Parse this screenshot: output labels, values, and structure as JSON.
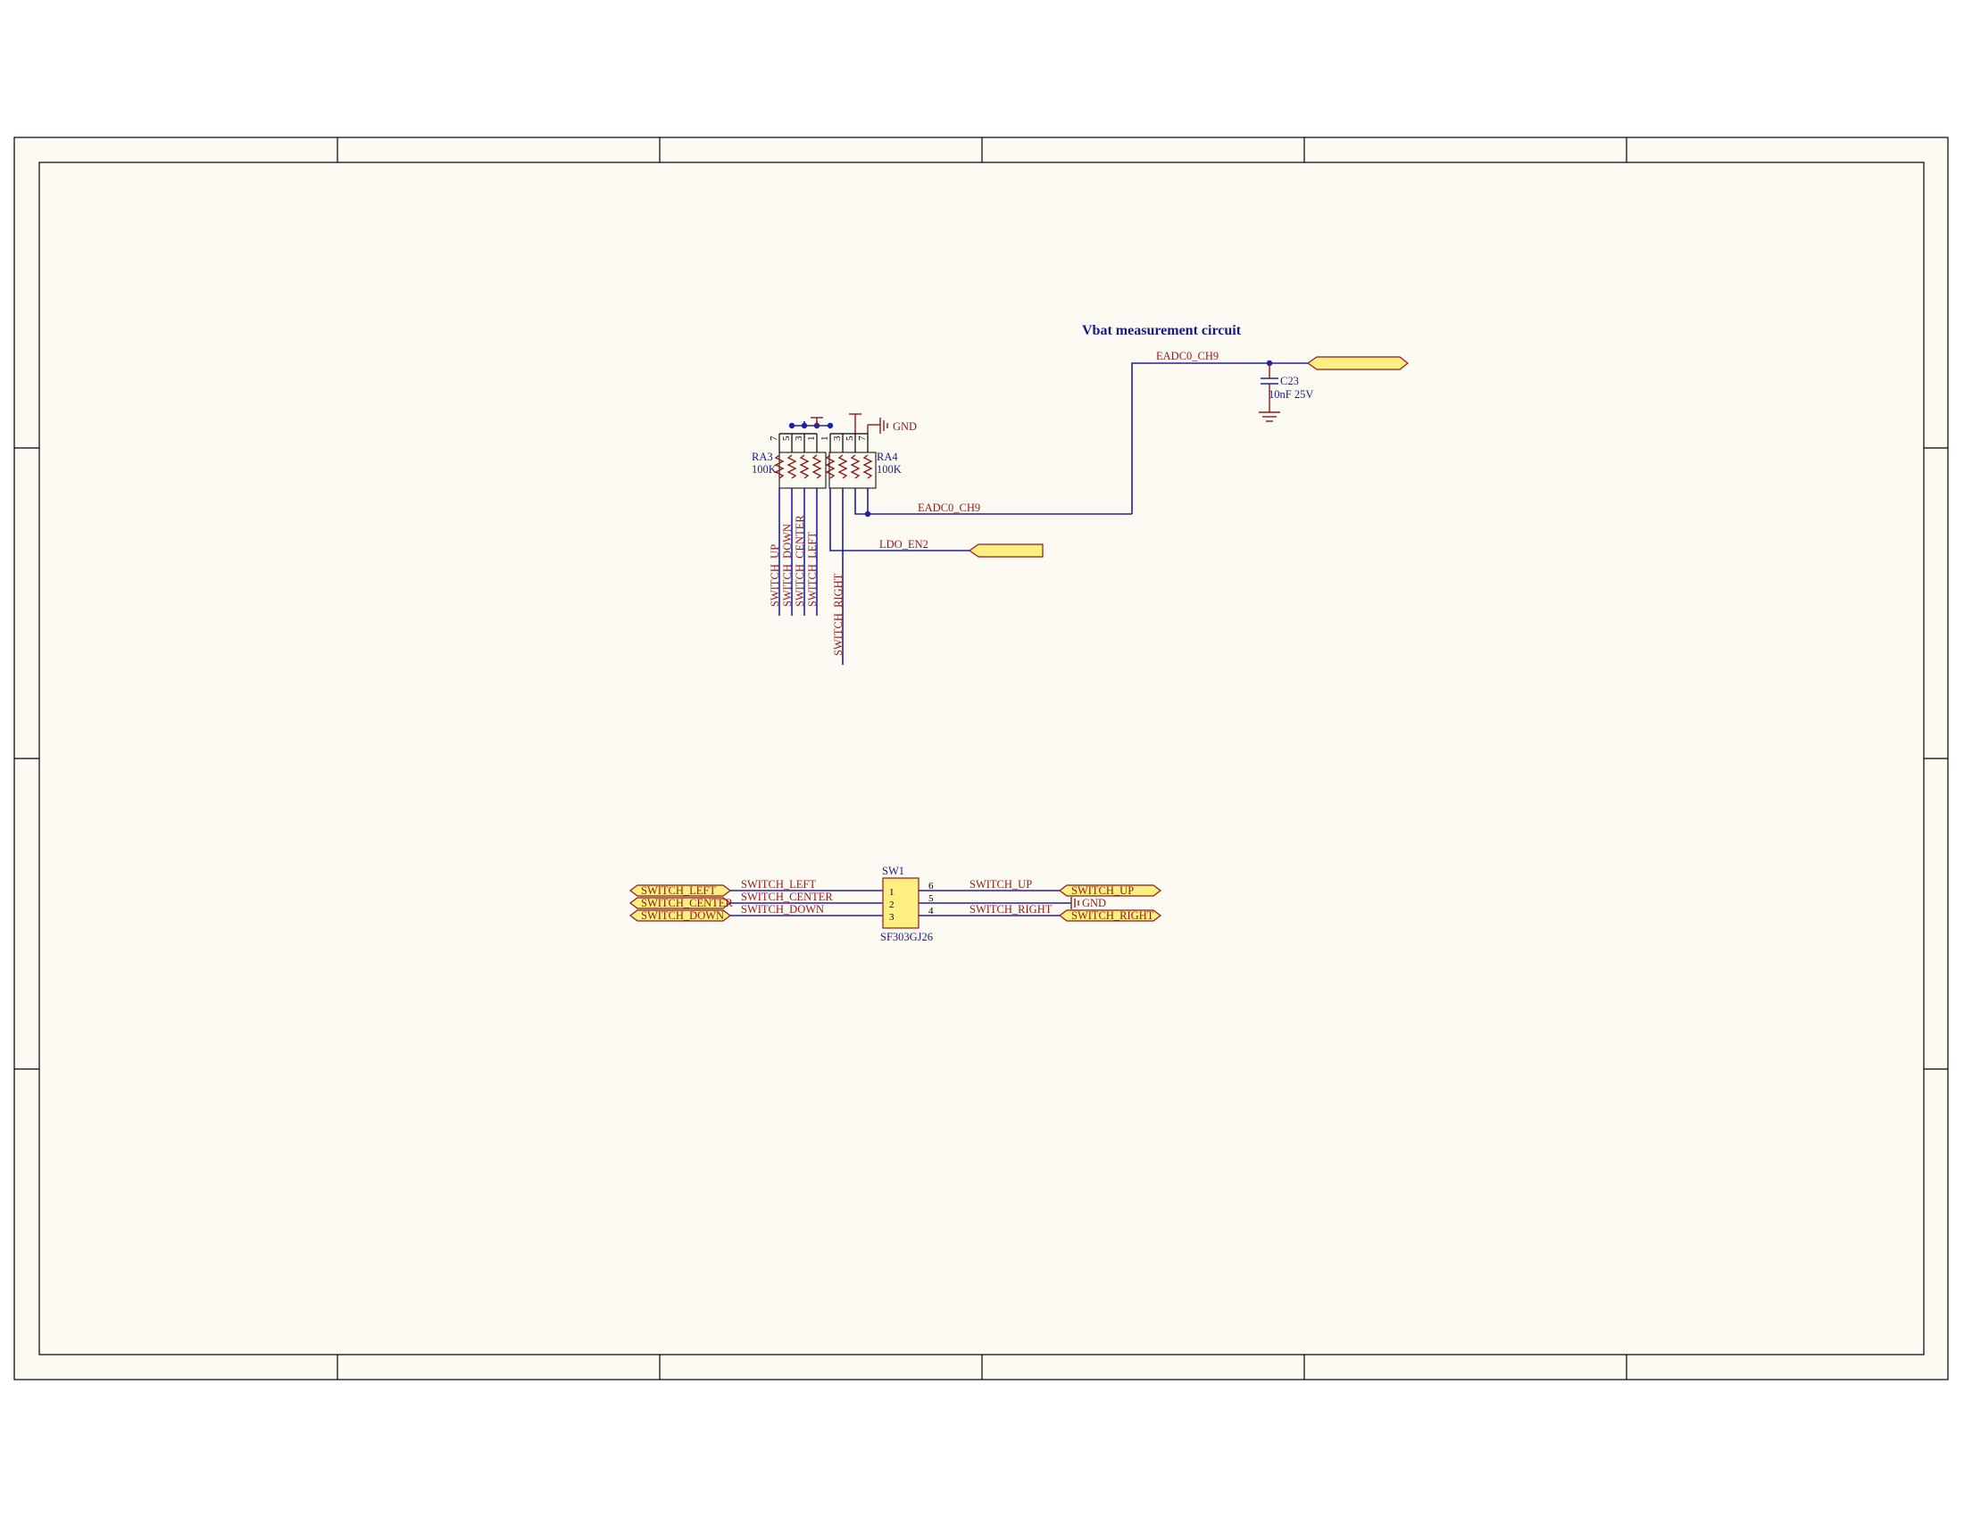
{
  "colors": {
    "sheet_background": "#fdfaf4",
    "wire": "#1f1fa8",
    "net_label": "#8b1a1a",
    "part_label": "#1a1a80",
    "port_fill": "#ffef80",
    "port_stroke": "#8b1a1a"
  },
  "title": "Vbat measurement circuit",
  "nets": {
    "eadc_top": "EADC0_CH9",
    "eadc_mid": "EADC0_CH9",
    "ldo_en": "LDO_EN2",
    "sw_up_vert": "SWITCH_UP",
    "sw_down_vert": "SWITCH_DOWN",
    "sw_center_vert": "SWITCH_CENTER",
    "sw_left_vert": "SWITCH_LEFT",
    "sw_right_vert": "SWITCH_RIGHT",
    "sw_left_wire": "SWITCH_LEFT",
    "sw_center_wire": "SWITCH_CENTER",
    "sw_down_wire": "SWITCH_DOWN",
    "sw_up_wire": "SWITCH_UP",
    "sw_right_wire": "SWITCH_RIGHT"
  },
  "ports": {
    "left": [
      "SWITCH_LEFT",
      "SWITCH_CENTER",
      "SWITCH_DOWN"
    ],
    "right": [
      "SWITCH_UP",
      "SWITCH_RIGHT"
    ]
  },
  "power": {
    "gnd_top": "GND",
    "gnd_switch": "GND"
  },
  "components": {
    "ra3": {
      "ref": "RA3",
      "value": "100K",
      "pins": [
        "7",
        "5",
        "3",
        "1"
      ]
    },
    "ra4": {
      "ref": "RA4",
      "value": "100K",
      "pins": [
        "1",
        "3",
        "5",
        "7"
      ]
    },
    "c23": {
      "ref": "C23",
      "value": "10nF 25V"
    },
    "sw1": {
      "ref": "SW1",
      "value": "SF303GJ26",
      "left_pins": [
        "1",
        "2",
        "3"
      ],
      "right_pins": [
        "6",
        "5",
        "4"
      ]
    }
  }
}
